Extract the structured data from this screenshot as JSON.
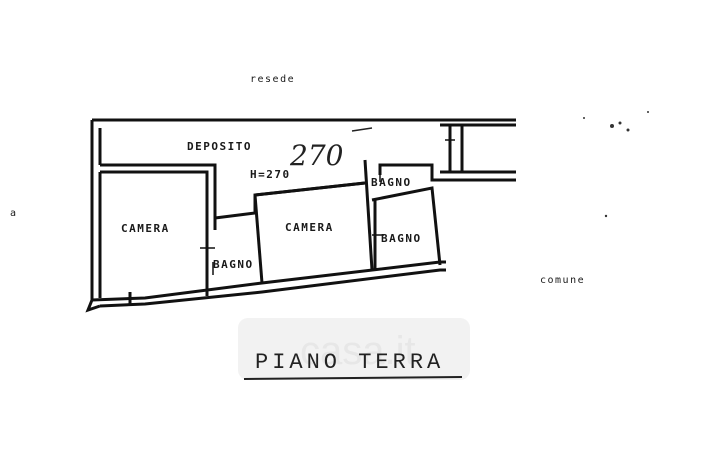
{
  "labels": {
    "top_text": "resede",
    "right_text": "comune",
    "left_mark": "a"
  },
  "rooms": {
    "deposito": "DEPOSITO",
    "height": "H=270",
    "camera_left": "CAMERA",
    "camera_center": "CAMERA",
    "bagno_top": "BAGNO",
    "bagno_right": "BAGNO",
    "bagno_left": "BAGNO"
  },
  "annotation": "270",
  "title": "PIANO TERRA",
  "watermark": "casa.it"
}
